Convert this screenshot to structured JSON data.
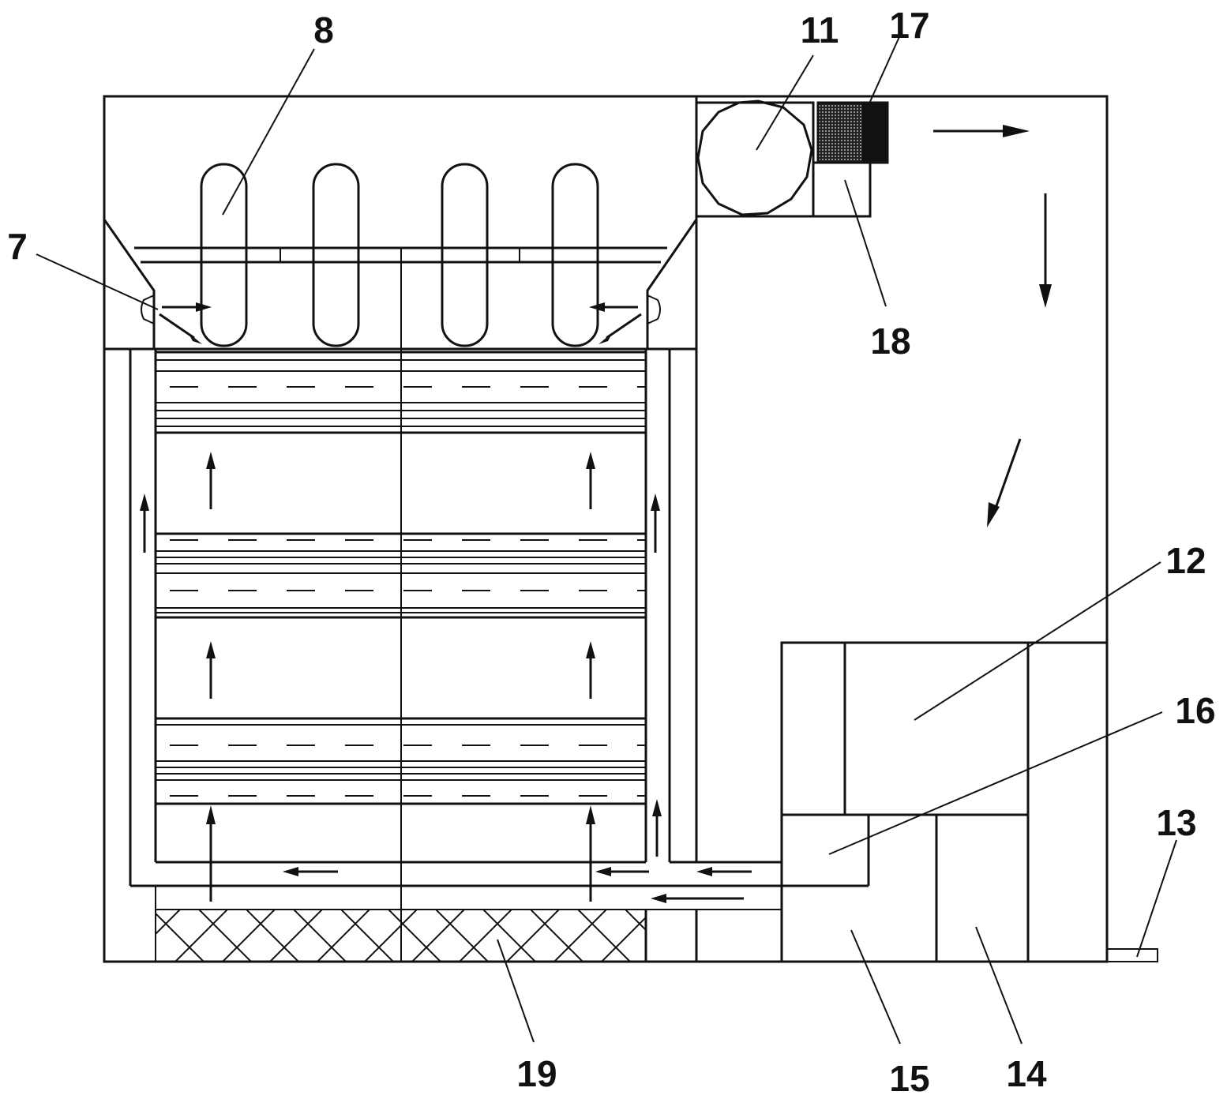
{
  "labels": {
    "l7": "7",
    "l8": "8",
    "l11": "11",
    "l12": "12",
    "l13": "13",
    "l14": "14",
    "l15": "15",
    "l16": "16",
    "l17": "17",
    "l18": "18",
    "l19": "19"
  }
}
